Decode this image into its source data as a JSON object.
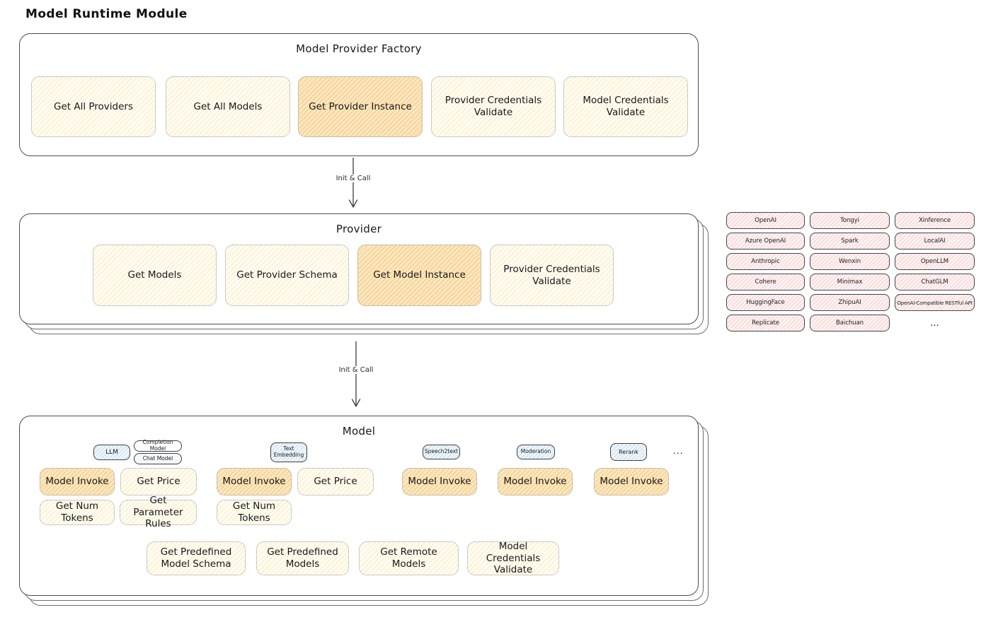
{
  "page": {
    "title": "Model Runtime Module"
  },
  "factory": {
    "title": "Model Provider Factory",
    "buttons": [
      {
        "label": "Get All Providers",
        "highlighted": false
      },
      {
        "label": "Get All Models",
        "highlighted": false
      },
      {
        "label": "Get Provider Instance",
        "highlighted": true
      },
      {
        "label": "Provider Credentials Validate",
        "highlighted": false
      },
      {
        "label": "Model Credentials Validate",
        "highlighted": false
      }
    ]
  },
  "arrow_top": {
    "label": "Init & Call"
  },
  "arrow_bottom": {
    "label": "Init & Call"
  },
  "provider": {
    "title": "Provider",
    "buttons": [
      {
        "label": "Get Models",
        "highlighted": false
      },
      {
        "label": "Get Provider Schema",
        "highlighted": false
      },
      {
        "label": "Get Model Instance",
        "highlighted": true
      },
      {
        "label": "Provider Credentials Validate",
        "highlighted": false
      }
    ]
  },
  "provider_list": {
    "items": [
      "OpenAI",
      "Tongyi",
      "Xinference",
      "Azure OpenAI",
      "Spark",
      "LocalAI",
      "Anthropic",
      "Wenxin",
      "OpenLLM",
      "Cohere",
      "Minimax",
      "ChatGLM",
      "HuggingFace",
      "ZhipuAI",
      "OpenAI-Compatible RESTful API",
      "Replicate",
      "Baichuan"
    ],
    "more": "..."
  },
  "model": {
    "title": "Model",
    "type_chips": {
      "llm": "LLM",
      "completion_model": "Completion Model",
      "chat_model": "Chat Model",
      "text_embedding": "Text Embedding",
      "speech2text": "Speech2text",
      "moderation": "Moderation",
      "rerank": "Rerank"
    },
    "more": "...",
    "ops_row1": [
      {
        "label": "Model Invoke",
        "highlighted": true
      },
      {
        "label": "Get Price",
        "highlighted": false
      },
      {
        "label": "Model Invoke",
        "highlighted": true
      },
      {
        "label": "Get Price",
        "highlighted": false
      },
      {
        "label": "Model Invoke",
        "highlighted": true
      },
      {
        "label": "Model Invoke",
        "highlighted": true
      },
      {
        "label": "Model Invoke",
        "highlighted": true
      }
    ],
    "ops_row2": [
      {
        "label": "Get Num Tokens"
      },
      {
        "label": "Get Parameter Rules"
      },
      {
        "label": "Get Num Tokens"
      }
    ],
    "ops_row3": [
      {
        "label": "Get Predefined Model Schema"
      },
      {
        "label": "Get Predefined Models"
      },
      {
        "label": "Get Remote Models"
      },
      {
        "label": "Model Credentials Validate"
      }
    ]
  },
  "colors": {
    "node_yellow": "#fffcf0",
    "node_orange_highlight": "#fbe7bd",
    "provider_pill_pink": "#fdf1f1",
    "type_chip_blue": "#eef6fb",
    "stroke_dark": "#4a4d52"
  }
}
